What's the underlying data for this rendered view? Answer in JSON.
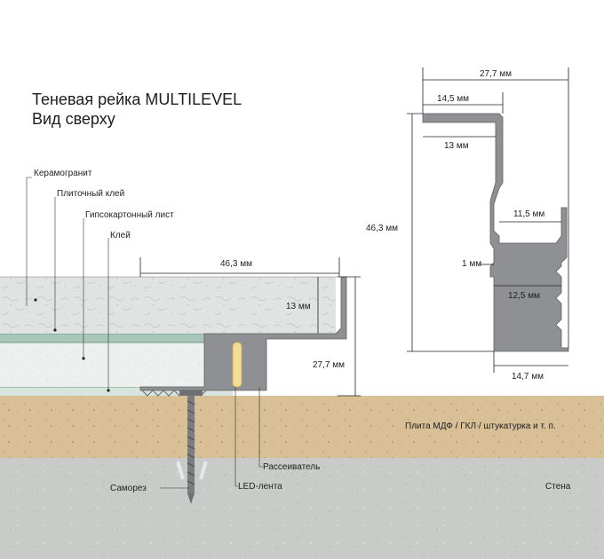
{
  "title": {
    "line1": "Теневая рейка MULTILEVEL",
    "line2": "Вид сверху"
  },
  "layers": {
    "ceramic": "Керамогранит",
    "tile_glue": "Плиточный клей",
    "gypsum": "Гипсокартонный лист",
    "glue": "Клей",
    "mdf": "Плита МДФ / ГКЛ / штукатурка и т. п.",
    "wall": "Стена"
  },
  "parts": {
    "screw": "Саморез",
    "led": "LED-лента",
    "diffuser": "Рассеиватель"
  },
  "dims_assembly": {
    "width": "46,3 мм",
    "depth": "13 мм",
    "height": "27,7 мм"
  },
  "dims_profile": {
    "total_width": "27,7 мм",
    "top_flange": "14,5 мм",
    "inner_gap": "13 мм",
    "height": "46,3 мм",
    "channel_width": "11,5 мм",
    "wall": "1 мм",
    "lower_width": "12,5 мм",
    "base_width": "14,7 мм"
  },
  "colors": {
    "stone": "#e1e3e2",
    "wood": "#d8bf96",
    "concrete": "#c9cbc9",
    "glue_band": "#a8c6b9",
    "profile": "#8f9093",
    "led": "#f3dc93"
  }
}
